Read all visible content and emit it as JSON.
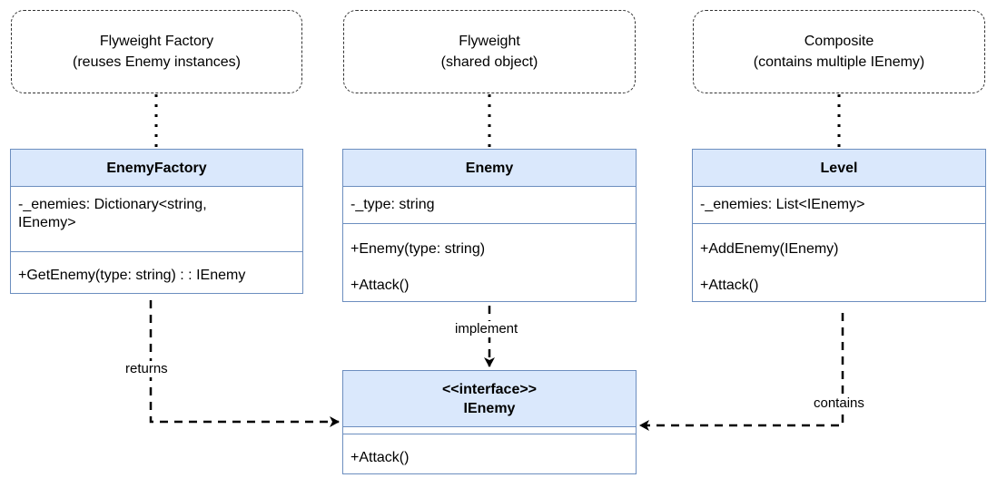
{
  "notes": {
    "factory": {
      "line1": "Flyweight Factory",
      "line2": "(reuses Enemy instances)"
    },
    "flyweight": {
      "line1": "Flyweight",
      "line2": "(shared object)"
    },
    "composite": {
      "line1": "Composite",
      "line2": "(contains multiple IEnemy)"
    }
  },
  "classes": {
    "factory": {
      "name": "EnemyFactory",
      "attr_line1": "-_enemies: Dictionary<string,",
      "attr_line2": "IEnemy>",
      "methods": [
        "+GetEnemy(type: string) : : IEnemy"
      ]
    },
    "enemy": {
      "name": "Enemy",
      "attrs": [
        "-_type: string"
      ],
      "methods": [
        "+Enemy(type: string)",
        "+Attack()"
      ]
    },
    "level": {
      "name": "Level",
      "attrs": [
        "-_enemies: List<IEnemy>"
      ],
      "methods": [
        "+AddEnemy(IEnemy)",
        "+Attack()"
      ]
    },
    "ienemy": {
      "stereotype": "<<interface>>",
      "name": "IEnemy",
      "methods": [
        "+Attack()"
      ]
    }
  },
  "edges": {
    "implement": "implement",
    "returns": "returns",
    "contains": "contains"
  },
  "colors": {
    "class_header": "#dae8fc",
    "class_border": "#6c8ebf",
    "line": "#000000"
  }
}
